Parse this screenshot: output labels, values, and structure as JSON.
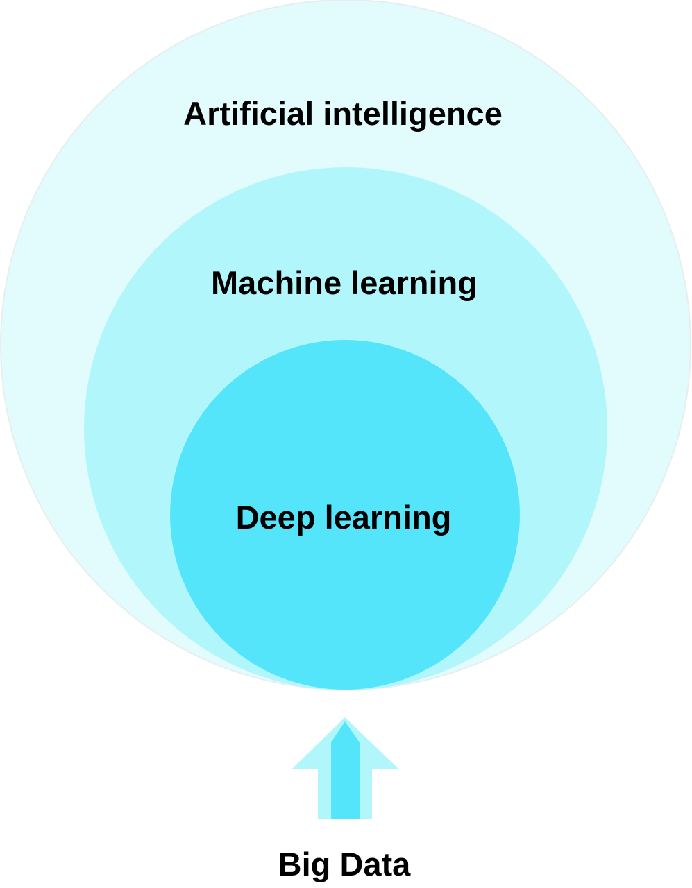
{
  "diagram": {
    "outer": {
      "label": "Artificial intelligence",
      "color": "#e2fbfc"
    },
    "middle": {
      "label": "Machine learning",
      "color": "#b0f6fb"
    },
    "inner": {
      "label": "Deep learning",
      "color": "#55e5fb"
    },
    "input": {
      "label": "Big Data",
      "arrow_outer_color": "#b0f6fb",
      "arrow_inner_color": "#55e5fb"
    },
    "outline_color": "#e6eef0"
  }
}
